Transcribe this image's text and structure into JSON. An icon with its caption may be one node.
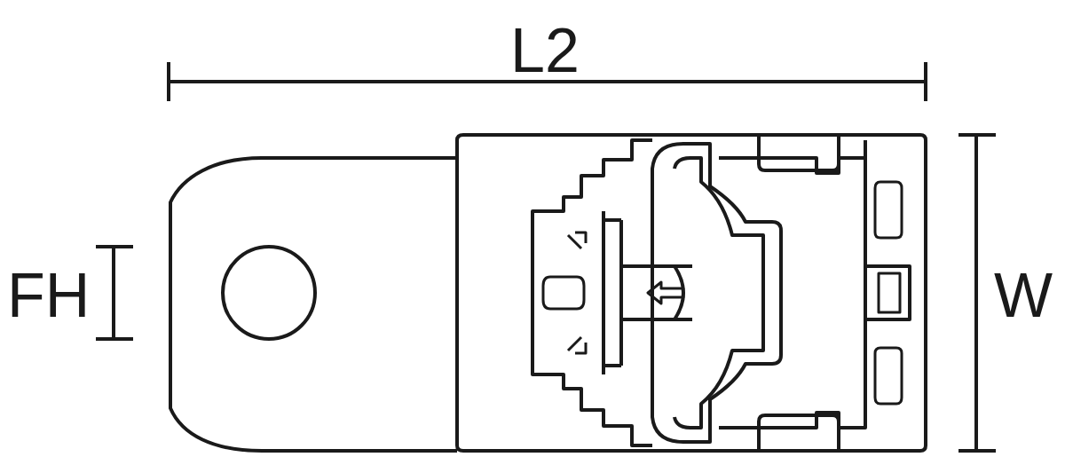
{
  "diagram": {
    "labels": [
      "L2",
      "FH",
      "W"
    ]
  }
}
